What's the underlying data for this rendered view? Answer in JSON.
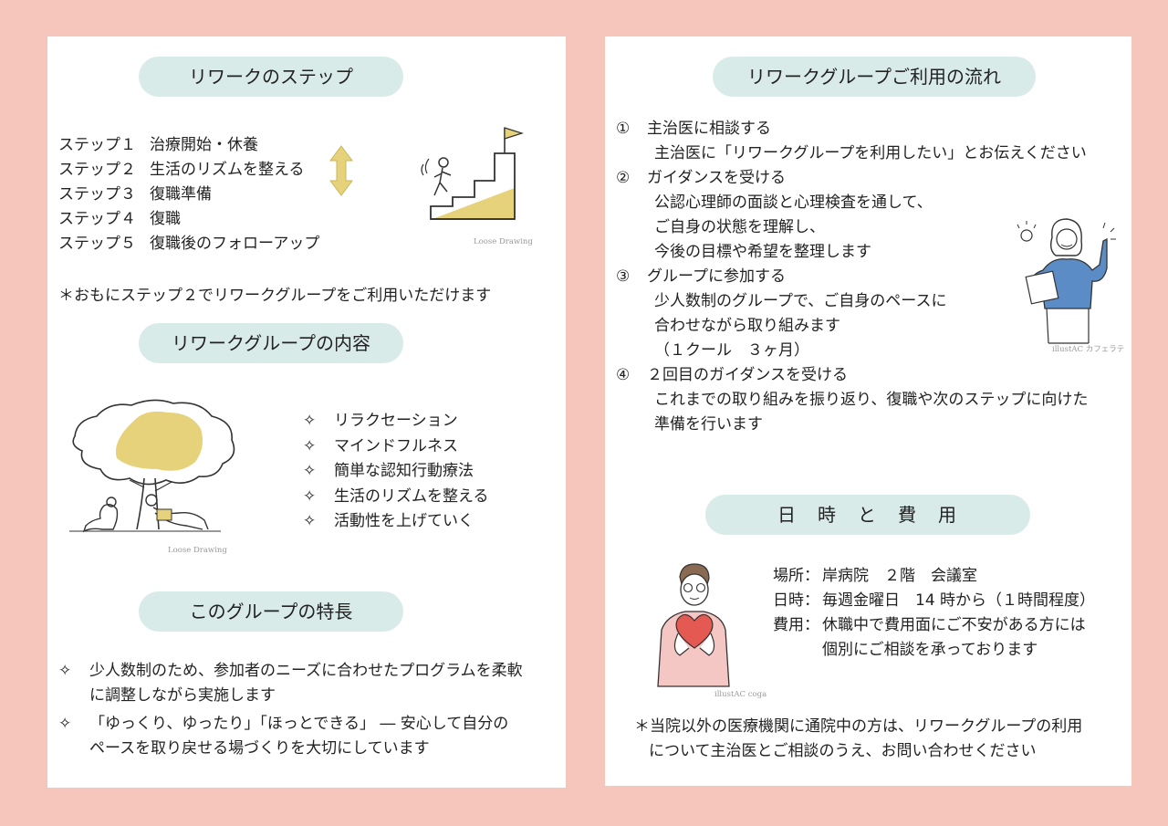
{
  "left": {
    "steps_title": "リワークのステップ",
    "steps": [
      {
        "label": "ステップ１",
        "text": "治療開始・休養"
      },
      {
        "label": "ステップ２",
        "text": "生活のリズムを整える"
      },
      {
        "label": "ステップ３",
        "text": "復職準備"
      },
      {
        "label": "ステップ４",
        "text": "復職"
      },
      {
        "label": "ステップ５",
        "text": "復職後のフォローアップ"
      }
    ],
    "steps_note": "＊おもにステップ２でリワークグループをご利用いただけます",
    "stairs_credit": "Loose Drawing",
    "content_title": "リワークグループの内容",
    "content_items": [
      "リラクセーション",
      "マインドフルネス",
      "簡単な認知行動療法",
      "生活のリズムを整える",
      "活動性を上げていく"
    ],
    "tree_credit": "Loose Drawing",
    "features_title": "このグループの特長",
    "features": [
      {
        "line1": "少人数制のため、参加者のニーズに合わせたプログラムを柔軟",
        "line2": "に調整しながら実施します"
      },
      {
        "line1": "「ゆっくり、ゆったり」「ほっとできる」 ― 安心して自分の",
        "line2": "ペースを取り戻せる場づくりを大切にしています"
      }
    ],
    "bullet": "✧"
  },
  "right": {
    "flow_title": "リワークグループご利用の流れ",
    "flow": [
      {
        "num": "①",
        "head": "主治医に相談する",
        "body": [
          "主治医に「リワークグループを利用したい」とお伝えください"
        ]
      },
      {
        "num": "②",
        "head": "ガイダンスを受ける",
        "body": [
          "公認心理師の面談と心理検査を通して、",
          "ご自身の状態を理解し、",
          "今後の目標や希望を整理します"
        ]
      },
      {
        "num": "③",
        "head": "グループに参加する",
        "body": [
          "少人数制のグループで、ご自身のペースに",
          "合わせながら取り組みます",
          "（１クール　３ヶ月）"
        ]
      },
      {
        "num": "④",
        "head": "２回目のガイダンスを受ける",
        "body": [
          "これまでの取り組みを振り返り、復職や次のステップに向けた",
          "準備を行います"
        ]
      }
    ],
    "woman_credit": "illustAC カフェラテ",
    "schedule_title": "日　時　と　費　用",
    "schedule": [
      {
        "key": "場所：",
        "value": "岸病院　２階　会議室"
      },
      {
        "key": "日時：",
        "value": "毎週金曜日　14 時から（１時間程度）"
      },
      {
        "key": "費用：",
        "value": "休職中で費用面にご不安がある方には"
      },
      {
        "key": "",
        "value": "個別にご相談を承っております"
      }
    ],
    "man_credit": "illustAC coga",
    "note_line1": "＊当院以外の医療機関に通院中の方は、リワークグループの利用",
    "note_line2": "について主治医とご相談のうえ、お問い合わせください"
  },
  "colors": {
    "background": "#f6c6bd",
    "pill": "#d9ebe9",
    "accent_yellow": "#e6d27a"
  }
}
